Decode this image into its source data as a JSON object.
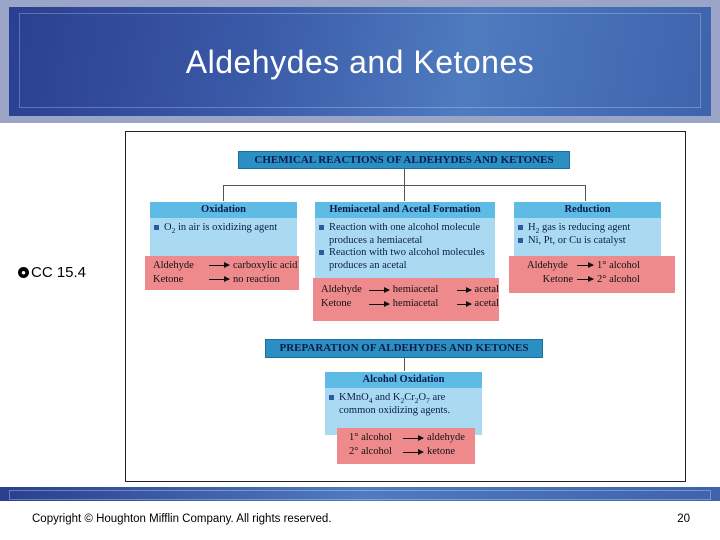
{
  "title": "Aldehydes and Ketones",
  "bullet_text": "CC 15.4",
  "diagram": {
    "reactions_header": "CHEMICAL REACTIONS OF ALDEHYDES AND KETONES",
    "oxidation": {
      "head": "Oxidation",
      "note_pre": "O",
      "note_sub": "2",
      "note_post": " in air is oxidizing agent",
      "r1_left": "Aldehyde",
      "r1_right": "carboxylic acid",
      "r2_left": "Ketone",
      "r2_right": "no reaction"
    },
    "acetal": {
      "head": "Hemiacetal and Acetal Formation",
      "note1": "Reaction with one alcohol molecule produces a hemiacetal",
      "note2": "Reaction with two alcohol molecules produces an acetal",
      "r1_left": "Aldehyde",
      "r1_mid": "hemiacetal",
      "r1_right": "acetal",
      "r2_left": "Ketone",
      "r2_mid": "hemiacetal",
      "r2_right": "acetal"
    },
    "reduction": {
      "head": "Reduction",
      "note1_pre": "H",
      "note1_sub": "2",
      "note1_post": " gas is reducing agent",
      "note2": "Ni, Pt, or Cu is catalyst",
      "r1_left": "Aldehyde",
      "r1_right": "1° alcohol",
      "r2_left": "Ketone",
      "r2_right": "2° alcohol"
    },
    "prep_header": "PREPARATION OF ALDEHYDES AND KETONES",
    "alcohol_ox": {
      "head": "Alcohol Oxidation",
      "note_a": "KMnO",
      "note_a_sub": "4",
      "note_b": " and K",
      "note_b_sub": "2",
      "note_c": "Cr",
      "note_c_sub": "2",
      "note_d": "O",
      "note_d_sub": "7",
      "note_e": " are common oxidizing agents.",
      "r1_left": "1° alcohol",
      "r1_right": "aldehyde",
      "r2_left": "2° alcohol",
      "r2_right": "ketone"
    }
  },
  "footer": {
    "copyright": "Copyright © Houghton Mifflin Company. All rights reserved.",
    "page": "20"
  }
}
